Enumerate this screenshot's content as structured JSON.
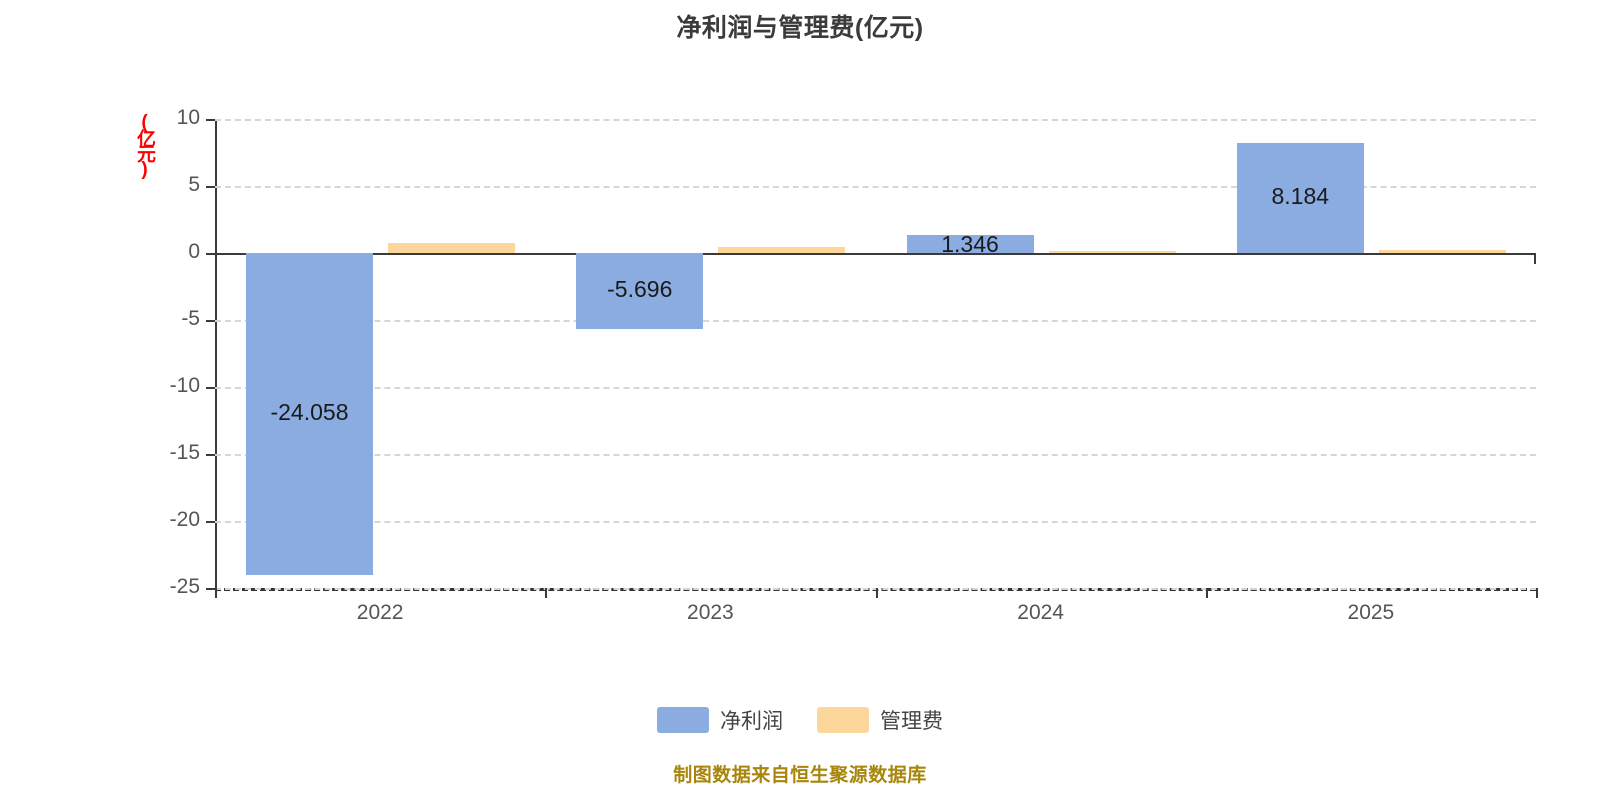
{
  "header": {
    "title": "净利润与管理费(亿元)"
  },
  "footer": {
    "note": "制图数据来自恒生聚源数据库"
  },
  "legend": {
    "items": [
      {
        "label": "净利润",
        "color": "#8aace0"
      },
      {
        "label": "管理费",
        "color": "#fcd69a"
      }
    ]
  },
  "axes": {
    "y_title": "(亿元)",
    "y_title_color": "#ff0000",
    "y_ticks": [
      "10",
      "5",
      "0",
      "-5",
      "-10",
      "-15",
      "-20",
      "-25"
    ],
    "x_ticks": [
      "2022",
      "2023",
      "2024",
      "2025"
    ]
  },
  "chart_data": {
    "type": "bar",
    "title": "净利润与管理费(亿元)",
    "xlabel": "",
    "ylabel": "(亿元)",
    "ylim": [
      -25,
      10
    ],
    "ytick_values": [
      10,
      5,
      0,
      -5,
      -10,
      -15,
      -20,
      -25
    ],
    "grid": true,
    "legend_position": "bottom-center",
    "categories": [
      "2022",
      "2023",
      "2024",
      "2025"
    ],
    "series": [
      {
        "name": "净利润",
        "color": "#8aace0",
        "values": [
          -24.058,
          -5.696,
          1.346,
          8.184
        ],
        "labels": [
          "-24.058",
          "-5.696",
          "1.346",
          "8.184"
        ]
      },
      {
        "name": "管理费",
        "color": "#fcd69a",
        "values": [
          0.75,
          0.42,
          0.18,
          0.2
        ],
        "labels": [
          "",
          "",
          "",
          ""
        ]
      }
    ],
    "source_note": "制图数据来自恒生聚源数据库"
  }
}
